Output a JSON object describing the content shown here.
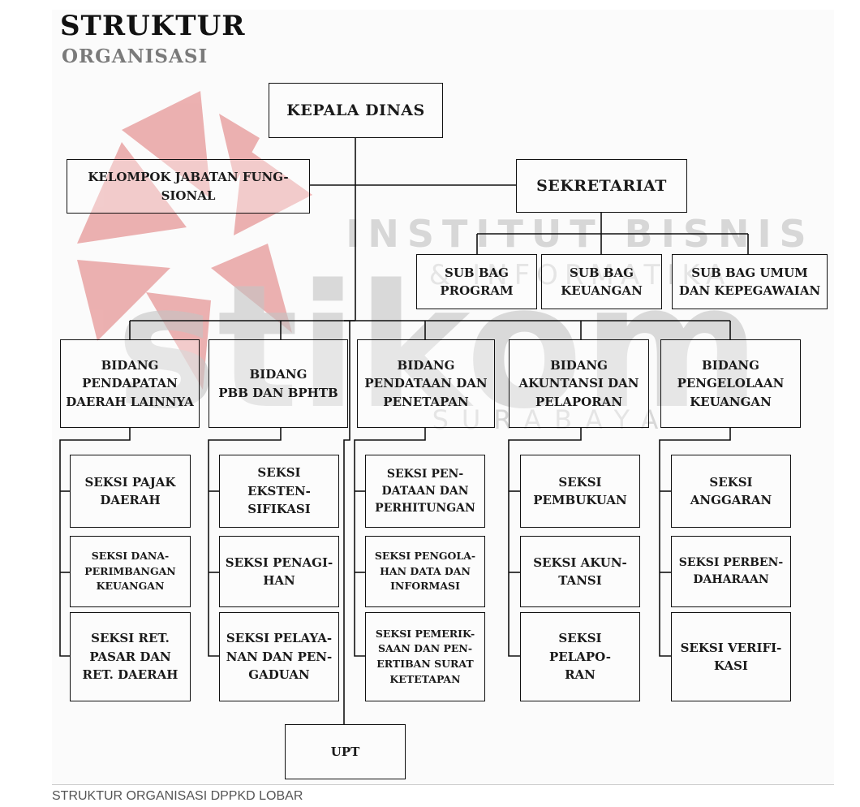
{
  "title": {
    "line1": "STRUKTUR",
    "line2": "ORGANISASI"
  },
  "head": "KEPALA DINAS",
  "fungsional": "KELOMPOK JABATAN FUNG-\nSIONAL",
  "sekretariat": "SEKRETARIAT",
  "subbag": [
    "SUB BAG\nPROGRAM",
    "SUB BAG\nKEUANGAN",
    "SUB BAG UMUM\nDAN KEPEGAWAIAN"
  ],
  "bidang": [
    {
      "name": "BIDANG\nPENDAPATAN\nDAERAH LAINNYA",
      "seksi": [
        "SEKSI PAJAK\nDAERAH",
        "SEKSI DANA-\nPERIMBANGAN\nKEUANGAN",
        "SEKSI RET.\nPASAR DAN\nRET. DAERAH"
      ]
    },
    {
      "name": "BIDANG\nPBB DAN BPHTB",
      "seksi": [
        "SEKSI EKSTEN-\nSIFIKASI",
        "SEKSI PENAGI-\nHAN",
        "SEKSI PELAYA-\nNAN DAN PEN-\nGADUAN"
      ]
    },
    {
      "name": "BIDANG\nPENDATAAN DAN\nPENETAPAN",
      "seksi": [
        "SEKSI PEN-\nDATAAN DAN\nPERHITUNGAN",
        "SEKSI PENGOLA-\nHAN DATA DAN\nINFORMASI",
        "SEKSI PEMERIK-\nSAAN DAN PEN-\nERTIBAN SURAT\nKETETAPAN"
      ]
    },
    {
      "name": "BIDANG\nAKUNTANSI DAN\nPELAPORAN",
      "seksi": [
        "SEKSI\nPEMBUKUAN",
        "SEKSI AKUN-\nTANSI",
        "SEKSI PELAPO-\nRAN"
      ]
    },
    {
      "name": "BIDANG\nPENGELOLAAN\nKEUANGAN",
      "seksi": [
        "SEKSI\nANGGARAN",
        "SEKSI PERBEN-\nDAHARAAN",
        "SEKSI VERIFI-\nKASI"
      ]
    }
  ],
  "upt": "UPT",
  "watermark": {
    "line1": "INSTITUT BISNIS",
    "line2": "& INFORMATIKA",
    "brand": "stikom",
    "city": "SURABAYA"
  },
  "caption": "STRUKTUR ORGANISASI DPPKD LOBAR",
  "colors": {
    "logo_red": "#e8a0a0",
    "watermark_gray": "#c8c8c8",
    "line": "#111111"
  }
}
